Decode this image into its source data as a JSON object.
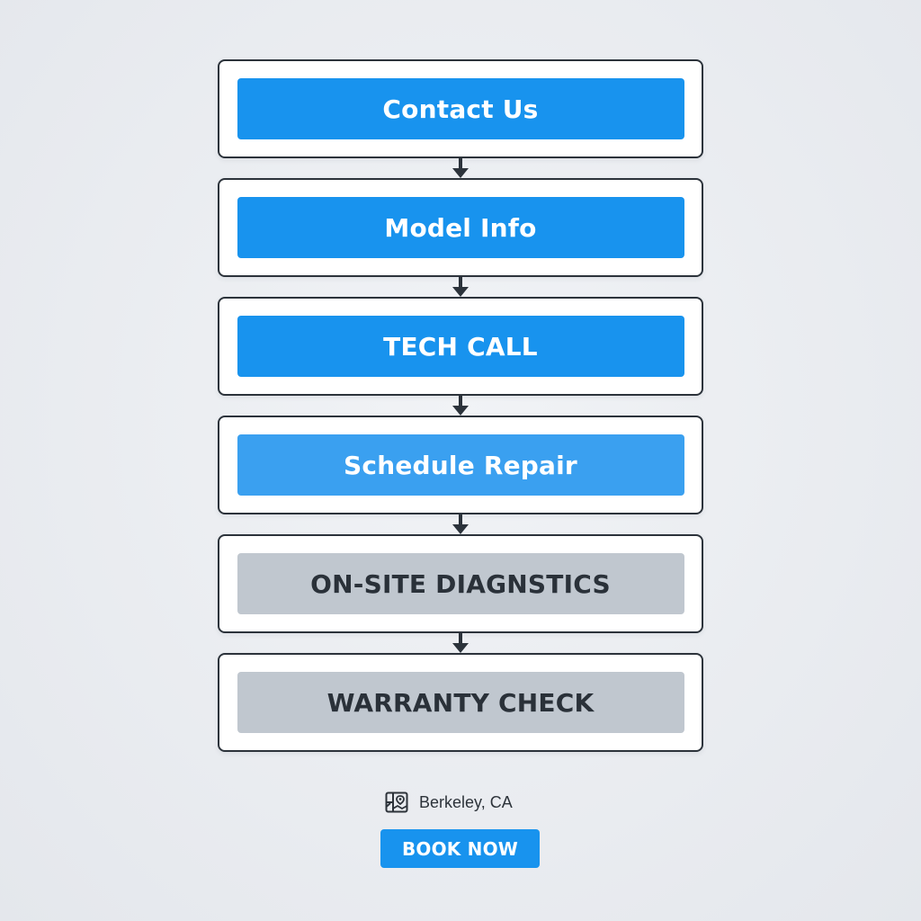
{
  "flow": {
    "steps": [
      {
        "label": "Contact Us",
        "state": "active"
      },
      {
        "label": "Model Info",
        "state": "active"
      },
      {
        "label": "TECH CALL",
        "state": "active"
      },
      {
        "label": "Schedule Repair",
        "state": "light"
      },
      {
        "label": "ON-SITE DIAGNSTICS",
        "state": "muted"
      },
      {
        "label": "WARRANTY CHECK",
        "state": "muted"
      }
    ]
  },
  "location": {
    "icon": "map-icon",
    "text": "Berkeley, CA"
  },
  "cta": {
    "label": "BOOK NOW"
  },
  "colors": {
    "accent": "#1893ee",
    "accent_light": "#3aa0f0",
    "muted": "#c0c7cf",
    "border": "#2c333b"
  }
}
